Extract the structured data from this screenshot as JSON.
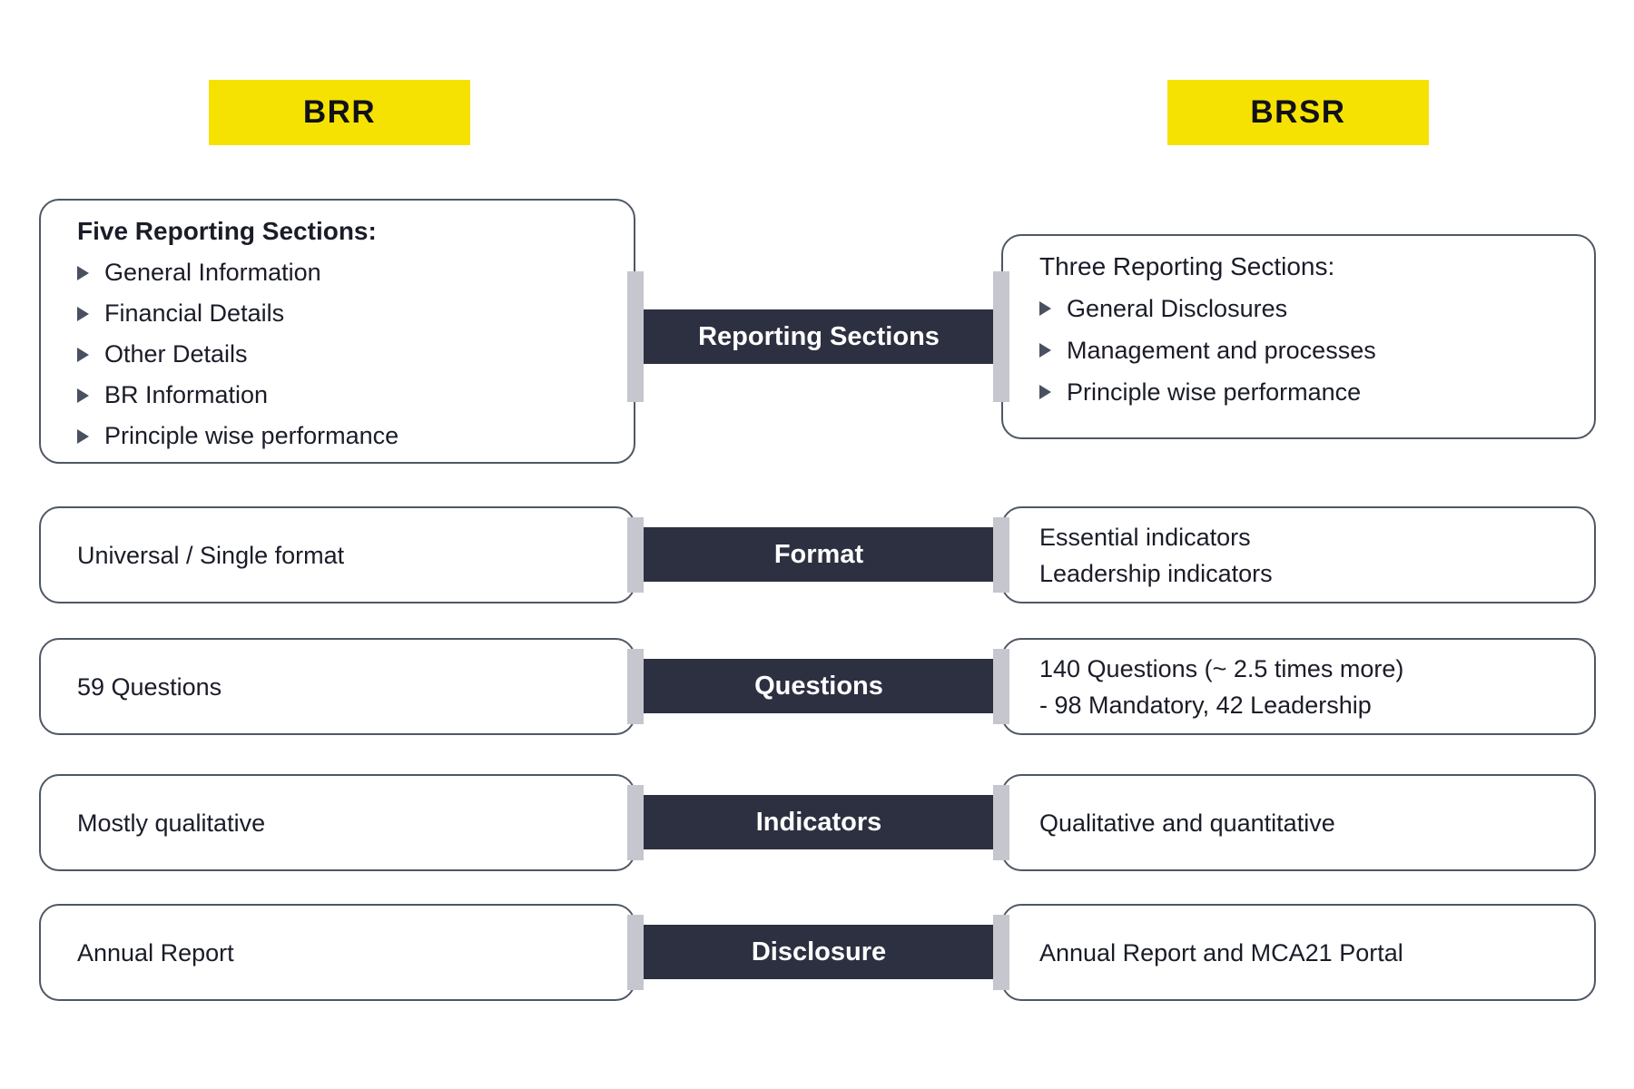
{
  "header": {
    "left_label": "BRR",
    "right_label": "BRSR"
  },
  "rows": [
    {
      "label": "Reporting Sections",
      "left": {
        "heading": "Five Reporting Sections:",
        "bullets": [
          "General Information",
          "Financial Details",
          "Other Details",
          "BR Information",
          "Principle wise performance"
        ]
      },
      "right": {
        "heading": "Three Reporting Sections:",
        "bullets": [
          "General Disclosures",
          "Management and processes",
          "Principle wise performance"
        ]
      }
    },
    {
      "label": "Format",
      "left": {
        "lines": [
          "Universal / Single format"
        ]
      },
      "right": {
        "lines": [
          "Essential indicators",
          "Leadership indicators"
        ]
      }
    },
    {
      "label": "Questions",
      "left": {
        "lines": [
          "59 Questions"
        ]
      },
      "right": {
        "lines": [
          "140 Questions (~ 2.5 times more)",
          "- 98 Mandatory, 42 Leadership"
        ]
      }
    },
    {
      "label": "Indicators",
      "left": {
        "lines": [
          "Mostly qualitative"
        ]
      },
      "right": {
        "lines": [
          "Qualitative and quantitative"
        ]
      }
    },
    {
      "label": "Disclosure",
      "left": {
        "lines": [
          "Annual Report"
        ]
      },
      "right": {
        "lines": [
          "Annual Report and MCA21 Portal"
        ]
      }
    }
  ],
  "colors": {
    "accent_yellow": "#f5e203",
    "bar_dark": "#2d3040",
    "connector_gray": "#c5c6ce",
    "box_border": "#4f5764",
    "text": "#1a1c28",
    "bullet": "#495060"
  }
}
